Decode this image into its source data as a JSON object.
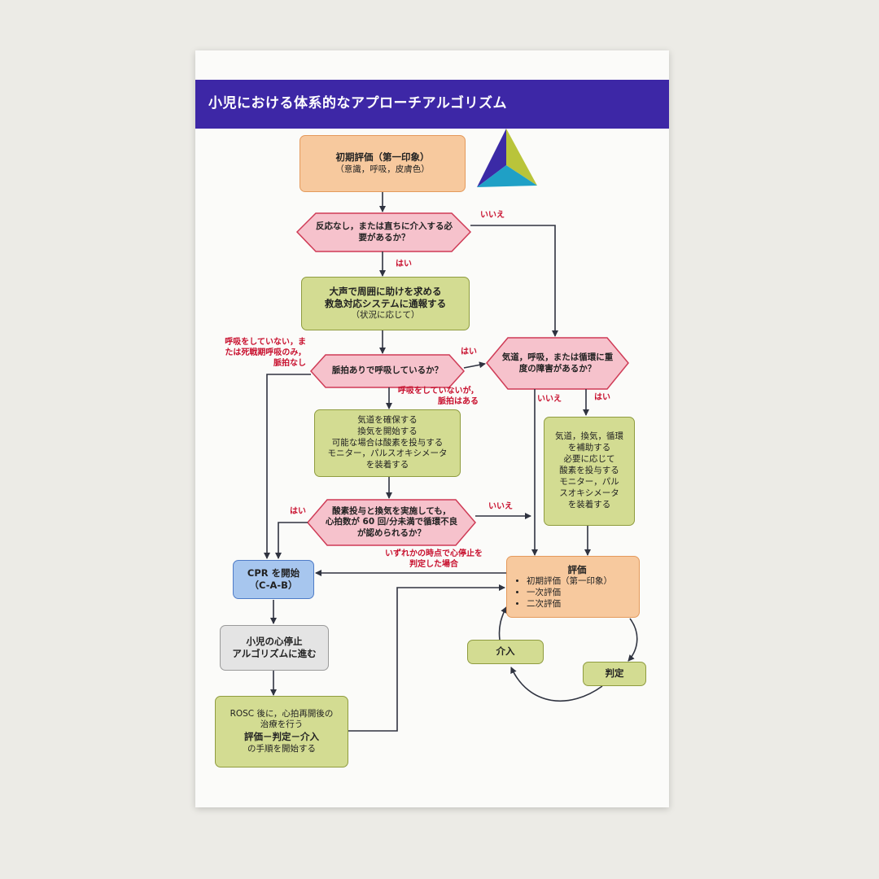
{
  "title": "小児における体系的なアプローチアルゴリズム",
  "nodes": {
    "initial": {
      "line1": "初期評価（第一印象）",
      "line2": "（意識，呼吸，皮膚色）"
    },
    "decision1": {
      "line1": "反応なし，または直ちに介入する必",
      "line2": "要があるか？"
    },
    "call": {
      "line1": "大声で周囲に助けを求める",
      "line2": "救急対応システムに通報する",
      "line3": "（状況に応じて）"
    },
    "decision2": {
      "text": "脈拍ありで呼吸しているか？"
    },
    "decision3": {
      "line1": "気道，呼吸，または循環に重",
      "line2": "度の障害があるか？"
    },
    "airway": {
      "line1": "気道を確保する",
      "line2": "換気を開始する",
      "line3": "可能な場合は酸素を投与する",
      "line4": "モニター，パルスオキシメータ",
      "line5": "を装着する"
    },
    "support": {
      "line1": "気道，換気，循環",
      "line2": "を補助する",
      "line3": "必要に応じて",
      "line4": "酸素を投与する",
      "line5": "モニター，パル",
      "line6": "スオキシメータ",
      "line7": "を装着する"
    },
    "decision4": {
      "line1": "酸素投与と換気を実施しても，",
      "line2": "心拍数が 60 回/分未満で循環不良",
      "line3": "が認められるか？"
    },
    "cpr": {
      "line1": "CPR を開始",
      "line2": "（C-A-B）"
    },
    "evaluate": {
      "title": "評価",
      "items": [
        "初期評価（第一印象）",
        "一次評価",
        "二次評価"
      ]
    },
    "arrest": {
      "line1": "小児の心停止",
      "line2": "アルゴリズムに進む"
    },
    "rosc": {
      "line1": "ROSC 後に，心拍再開後の",
      "line2": "治療を行う",
      "line3": "評価－判定－介入",
      "line4": "の手順を開始する"
    },
    "intervene": {
      "text": "介入"
    },
    "judge": {
      "text": "判定"
    }
  },
  "labels": {
    "no1": "いいえ",
    "yes1": "はい",
    "not_breathing_1": "呼吸をしていない，ま",
    "not_breathing_2": "たは死戦期呼吸のみ，",
    "not_breathing_3": "脈拍なし",
    "yes2": "はい",
    "no_breath_pulse_1": "呼吸をしていないが，",
    "no_breath_pulse_2": "脈拍はある",
    "no3": "いいえ",
    "yes3": "はい",
    "yes4": "はい",
    "no4": "いいえ",
    "arrest_any_1": "いずれかの時点で心停止を",
    "arrest_any_2": "判定した場合"
  },
  "colors": {
    "header": "#3d27a6",
    "label_red": "#c8102e",
    "decision_fill": "#f6c2cc",
    "decision_stroke": "#cf3b56",
    "orange": "#f7c99e",
    "green": "#d3dc92",
    "blue": "#a7c6ee",
    "gray": "#e4e4e4"
  },
  "icons": {
    "logo": "triangle-logo-icon"
  }
}
